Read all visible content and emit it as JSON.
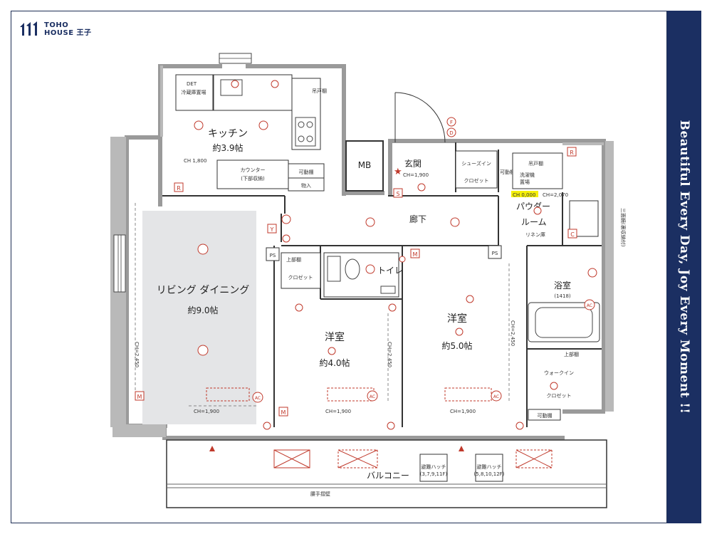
{
  "brand": {
    "line1": "TOHO",
    "line2": "HOUSE 王子",
    "logo_icon": "toho-house-logo",
    "accent": "#1b2f62"
  },
  "tagline": "Beautiful Every Day, Joy Every Moment !!",
  "rooms": {
    "kitchen": {
      "name": "キッチン",
      "size": "約3.9帖",
      "ch": "CH 1,800"
    },
    "ldk": {
      "name": "リビング ダイニング",
      "size": "約9.0帖",
      "ch": "CH=1,900",
      "ch_side": "CH=2,450"
    },
    "western1": {
      "name": "洋室",
      "size": "約4.0帖",
      "ch": "CH=1,900",
      "ch_side": "CH=2,450"
    },
    "western2": {
      "name": "洋室",
      "size": "約5.0帖",
      "ch": "CH=1,900",
      "ch_side": "CH=2,450"
    },
    "entrance": {
      "name": "玄関",
      "ch": "CH=1,900"
    },
    "hallway": {
      "name": "廊下"
    },
    "toilet": {
      "name": "トイレ"
    },
    "powder": {
      "name_line1": "パウダー",
      "name_line2": "ルーム",
      "linen": "リネン庫",
      "ch": "CH 0,000",
      "ch2": "CH=2,070"
    },
    "bath": {
      "name": "浴室",
      "size": "(1418)"
    },
    "walkin": {
      "name_line1": "ウォークイン",
      "name_line2": "クロゼット",
      "upper": "上部棚",
      "movable": "可動棚"
    },
    "mb": {
      "name": "MB"
    },
    "balcony": {
      "name": "バルコニー",
      "rail": "腰手摺壁",
      "hatch1": "避難ハッチ",
      "hatch1_floors": "(3,7,9,11F)",
      "hatch2": "避難ハッチ",
      "hatch2_floors": "(5,8,10,12F)"
    }
  },
  "fixtures": {
    "fridge": "冷蔵庫置場",
    "fridge_tag": "DET",
    "hanging_shelf": "吊戸棚",
    "counter_line1": "カウンター",
    "counter_line2": "(下部収納)",
    "movable_shelf": "可動棚",
    "storage": "物入",
    "shoe_line1": "シューズイン",
    "shoe_line2": "クロゼット",
    "shoe_movable": "可動棚",
    "washer_line1": "洗濯機",
    "washer_line2": "置場",
    "hanging2": "吊戸棚",
    "upper_shelf": "上部棚",
    "closet": "クロゼット",
    "side_storage": "三面鏡(裏収納付)",
    "ps1": "PS",
    "ps2": "PS"
  },
  "markers": {
    "R1": "R",
    "R2": "R",
    "S": "S",
    "F": "F",
    "D": "D",
    "M1": "M",
    "M2": "M",
    "M3": "M",
    "C": "C",
    "Y": "Y",
    "AC1": "AC",
    "AC2": "AC",
    "AC3": "AC",
    "AC4": "AC"
  }
}
